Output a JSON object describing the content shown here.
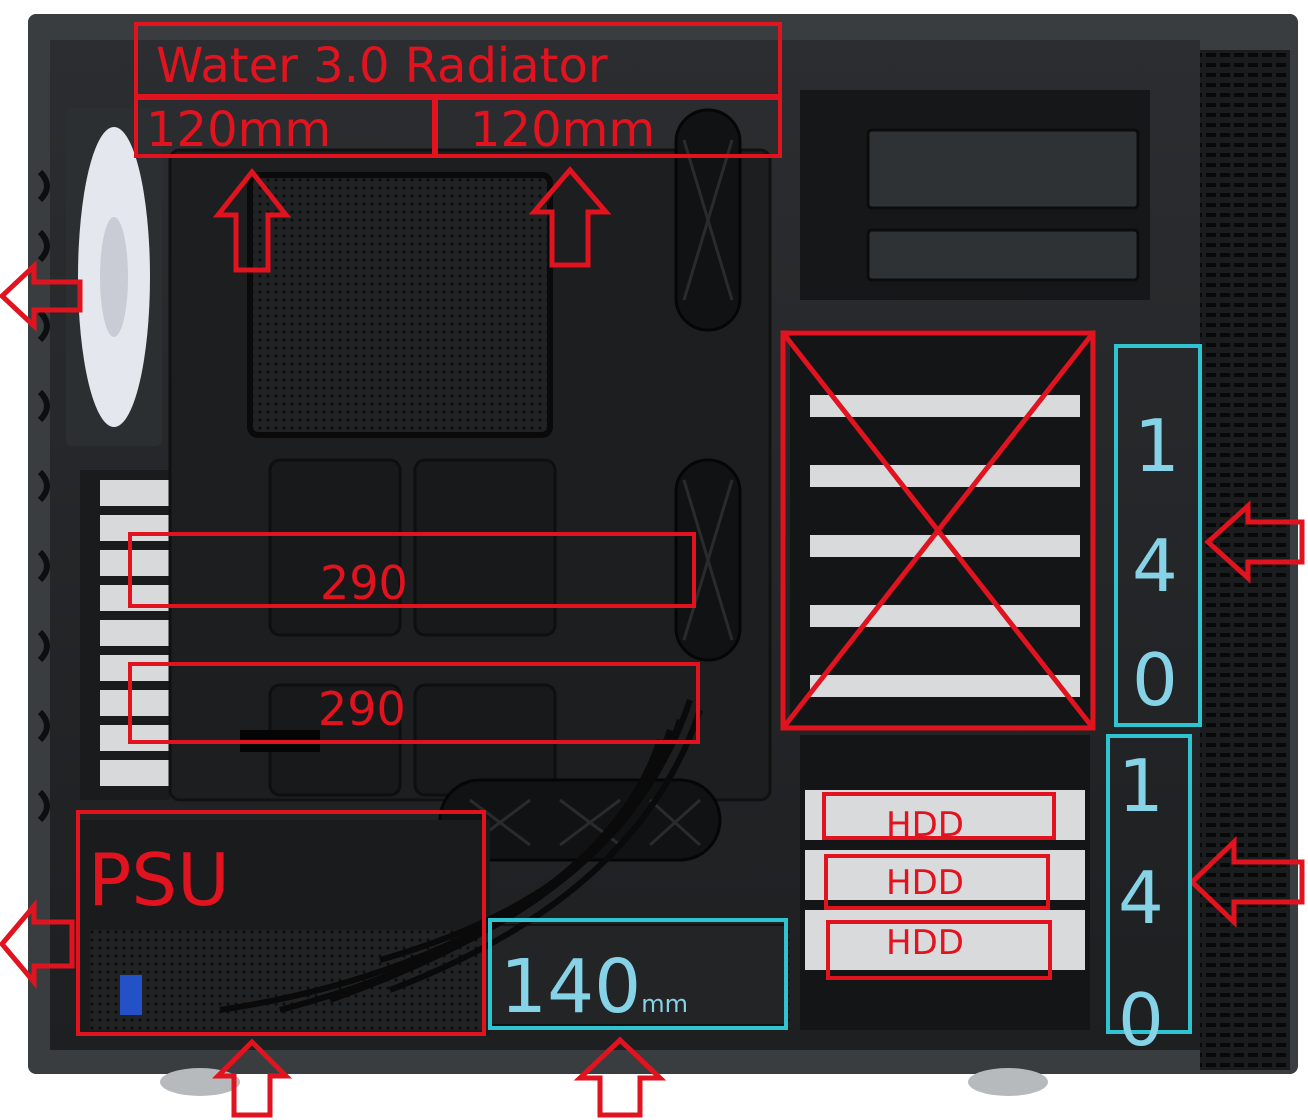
{
  "annotations": {
    "radiator_title": "Water 3.0 Radiator",
    "fan_top_left": "120mm",
    "fan_top_right": "120mm",
    "gpu_length_1": "290",
    "gpu_length_2": "290",
    "psu": "PSU",
    "bottom_fan": "140",
    "bottom_fan_unit": "mm",
    "hdd_1": "HDD",
    "hdd_2": "HDD",
    "hdd_3": "HDD",
    "front_fan_upper": [
      "1",
      "4",
      "0"
    ],
    "front_fan_lower": [
      "1",
      "4",
      "0"
    ]
  },
  "colors": {
    "annotation_red": "#e0131f",
    "annotation_cyan": "#2fc4d0",
    "label_cyan": "#86d2e6",
    "case_dark": "#1e2022",
    "case_panel": "#2a2c2f"
  },
  "icons": [
    "arrow-up-icon",
    "arrow-left-icon",
    "cross-out-icon"
  ]
}
